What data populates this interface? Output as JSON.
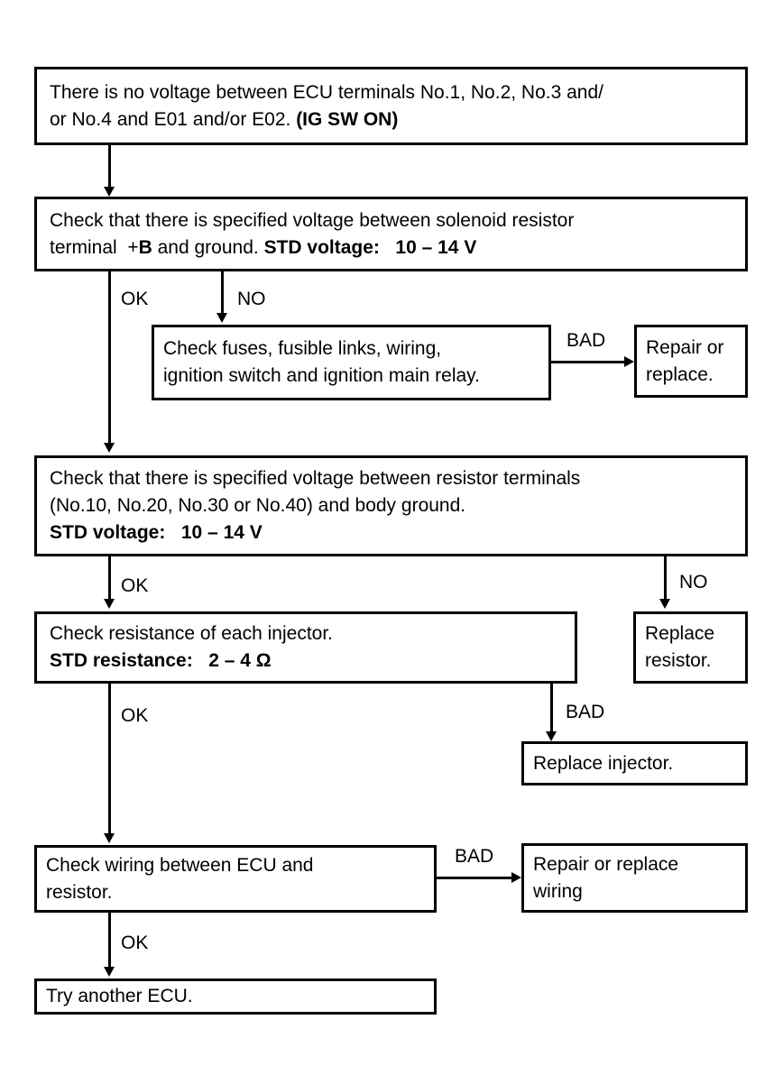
{
  "chart_data": {
    "type": "diagram",
    "title": "ECU terminal voltage / injector resistor troubleshooting flowchart",
    "nodes": [
      {
        "id": "n1",
        "label": "There is no voltage between ECU terminals No.1, No.2, No.3 and/\nor No.4 and E01 and/or E02. (IG SW ON)"
      },
      {
        "id": "n2",
        "label": "Check that there is specified voltage between solenoid resistor\nterminal +B and ground. STD voltage:   10 – 14 V"
      },
      {
        "id": "n3",
        "label": "Check fuses, fusible links, wiring,\nignition switch and ignition main relay."
      },
      {
        "id": "n4",
        "label": "Repair or\nreplace."
      },
      {
        "id": "n5",
        "label": "Check that there is specified voltage between resistor terminals\n(No.10, No.20, No.30 or No.40) and body ground.\nSTD voltage:   10 – 14 V"
      },
      {
        "id": "n6",
        "label": "Check resistance of each injector.\nSTD resistance:   2 – 4 Ω"
      },
      {
        "id": "n7",
        "label": "Replace\nresistor."
      },
      {
        "id": "n8",
        "label": "Replace injector."
      },
      {
        "id": "n9",
        "label": "Check wiring between ECU and\nresistor."
      },
      {
        "id": "n10",
        "label": "Repair or replace\nwiring"
      },
      {
        "id": "n11",
        "label": "Try another ECU."
      }
    ],
    "edges": [
      {
        "from": "n1",
        "to": "n2",
        "label": ""
      },
      {
        "from": "n2",
        "to": "n5",
        "label": "OK"
      },
      {
        "from": "n2",
        "to": "n3",
        "label": "NO"
      },
      {
        "from": "n3",
        "to": "n4",
        "label": "BAD"
      },
      {
        "from": "n5",
        "to": "n6",
        "label": "OK"
      },
      {
        "from": "n5",
        "to": "n7",
        "label": "NO"
      },
      {
        "from": "n6",
        "to": "n9",
        "label": "OK"
      },
      {
        "from": "n6",
        "to": "n8",
        "label": "BAD"
      },
      {
        "from": "n9",
        "to": "n11",
        "label": "OK"
      },
      {
        "from": "n9",
        "to": "n10",
        "label": "BAD"
      }
    ]
  },
  "boxes": {
    "no_voltage": {
      "line1": "There is no voltage between ECU terminals No.1, No.2, No.3 and/",
      "line2_a": "or No.4 and E01 and/or E02. ",
      "line2_b": "(IG SW ON)"
    },
    "solenoid_voltage": {
      "line1": "Check that there is specified voltage between solenoid resistor",
      "line2_a": "terminal  +",
      "line2_b": "B",
      "line2_c": " and ground. ",
      "line2_d": "STD voltage:",
      "line2_e": "   10 – 14 V"
    },
    "check_fuses": {
      "line1": "Check fuses, fusible links, wiring,",
      "line2": "ignition switch and ignition main relay."
    },
    "repair_or_replace": {
      "line1": "Repair or",
      "line2": "replace."
    },
    "resistor_terminal_voltage": {
      "line1": "Check that there is specified voltage between resistor terminals",
      "line2": "(No.10, No.20, No.30 or No.40) and body ground.",
      "line3_a": "STD voltage:",
      "line3_b": "   10 – 14 V"
    },
    "check_injector_resistance": {
      "line1": "Check resistance of each injector.",
      "line2_a": "STD resistance:",
      "line2_b": "   2 – 4 Ω"
    },
    "replace_resistor": {
      "line1": "Replace",
      "line2": "resistor."
    },
    "replace_injector": {
      "line1": "Replace injector."
    },
    "check_wiring": {
      "line1": "Check wiring between ECU and",
      "line2": "resistor."
    },
    "repair_replace_wiring": {
      "line1": "Repair or replace",
      "line2": "wiring"
    },
    "try_another_ecu": {
      "line1": "Try another ECU."
    }
  },
  "edge_labels": {
    "ok_after_solenoid": "OK",
    "no_after_solenoid": "NO",
    "bad_after_fuses": "BAD",
    "ok_after_resistor_voltage": "OK",
    "no_after_resistor_voltage": "NO",
    "ok_after_injector_resistance": "OK",
    "bad_after_injector_resistance": "BAD",
    "bad_after_check_wiring": "BAD",
    "ok_after_check_wiring": "OK"
  },
  "colors": {
    "ink": "#000000",
    "paper": "#ffffff"
  }
}
